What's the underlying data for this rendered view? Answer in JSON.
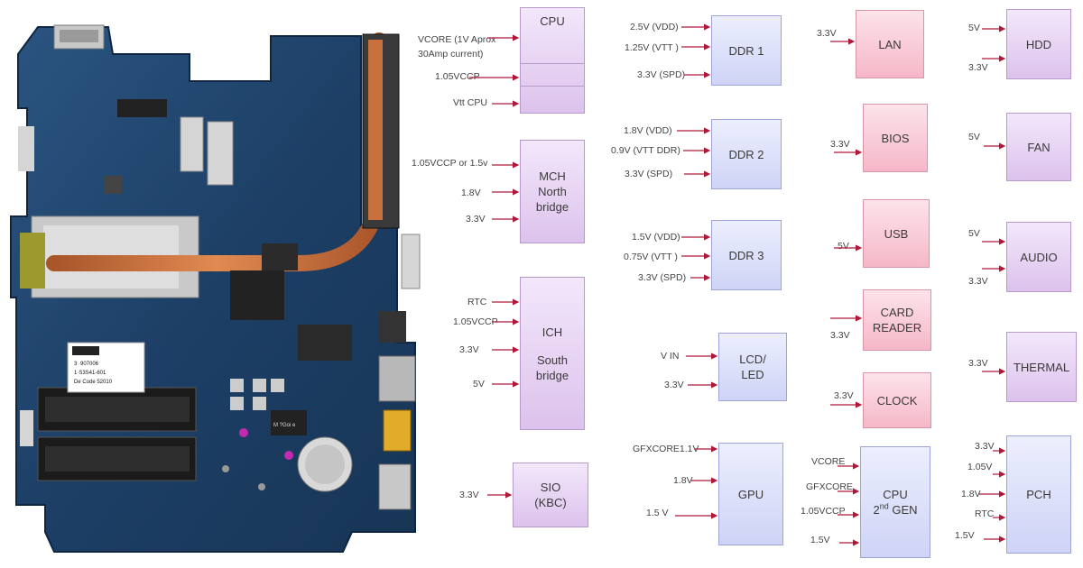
{
  "blocks": {
    "cpu": {
      "line1": "CPU"
    },
    "mch": {
      "line1": "MCH",
      "line2": "North",
      "line3": "bridge"
    },
    "ich": {
      "line1": "ICH",
      "line2": "South",
      "line3": "bridge"
    },
    "sio": {
      "line1": "SIO",
      "line2": "(KBC)"
    },
    "ddr1": {
      "line1": "DDR 1"
    },
    "ddr2": {
      "line1": "DDR 2"
    },
    "ddr3": {
      "line1": "DDR 3"
    },
    "lcd": {
      "line1": "LCD/",
      "line2": "LED"
    },
    "gpu": {
      "line1": "GPU"
    },
    "lan": {
      "line1": "LAN"
    },
    "bios": {
      "line1": "BIOS"
    },
    "usb": {
      "line1": "USB"
    },
    "card_reader": {
      "line1": "CARD",
      "line2": "READER"
    },
    "clock": {
      "line1": "CLOCK"
    },
    "cpu2": {
      "line1": "CPU",
      "line2_main": "2",
      "line2_sup": "nd",
      "line2_rest": " GEN"
    },
    "hdd": {
      "line1": "HDD"
    },
    "fan": {
      "line1": "FAN"
    },
    "audio": {
      "line1": "AUDIO"
    },
    "thermal": {
      "line1": "THERMAL"
    },
    "pch": {
      "line1": "PCH"
    }
  },
  "labels": {
    "cpu_vcore1": "VCORE (1V Aprox",
    "cpu_vcore2": "30Amp current)",
    "cpu_1_05": "1.05VCCP",
    "cpu_vtt": "Vtt  CPU",
    "mch_1": "1.05VCCP or 1.5v",
    "mch_2": "1.8V",
    "mch_3": "3.3V",
    "ich_rtc": "RTC",
    "ich_1_05": "1.05VCCP",
    "ich_3_3": "3.3V",
    "ich_5": "5V",
    "sio_3_3": "3.3V",
    "ddr1_1": "2.5V (VDD)",
    "ddr1_2": "1.25V (VTT  )",
    "ddr1_3": "3.3V (SPD)",
    "ddr2_1": "1.8V (VDD)",
    "ddr2_2": "0.9V (VTT   DDR)",
    "ddr2_3": "3.3V (SPD)",
    "ddr3_1": "1.5V (VDD)",
    "ddr3_2": "0.75V (VTT  )",
    "ddr3_3": "3.3V (SPD)",
    "lcd_vin": "V IN",
    "lcd_3_3": "3.3V",
    "gpu_1": "GFXCORE1.1V",
    "gpu_2": "1.8V",
    "gpu_3": "1.5 V",
    "lan_3_3": "3.3V",
    "bios_3_3": "3.3V",
    "usb_5": "5V",
    "card_3_3": "3.3V",
    "clock_3_3": "3.3V",
    "cpu2_vcore": "VCORE",
    "cpu2_gfx": "GFXCORE",
    "cpu2_1_05": "1.05VCCP",
    "cpu2_1_5": "1.5V",
    "hdd_5": "5V",
    "hdd_3_3": "3.3V",
    "fan_5": "5V",
    "audio_5": "5V",
    "audio_3_3": "3.3V",
    "thermal_3_3": "3.3V",
    "pch_3_3": "3.3V",
    "pch_1_05": "1.05V",
    "pch_1_8": "1.8V",
    "pch_rtc": "RTC",
    "pch_1_5": "1.5V"
  },
  "board": {
    "sticker_line1": "3 ·907006",
    "sticker_line2": "1·S3S41-601",
    "sticker_line3": "De Code 52010",
    "chip_text": "M ?Goi e"
  },
  "colors": {
    "arrow": "#b0183a",
    "board": "#1d3f66",
    "heatpipe": "#c9713c",
    "purple_block": "#dcc2ec",
    "blue_block": "#cfd3f6",
    "pink_block": "#f5b7c8"
  }
}
